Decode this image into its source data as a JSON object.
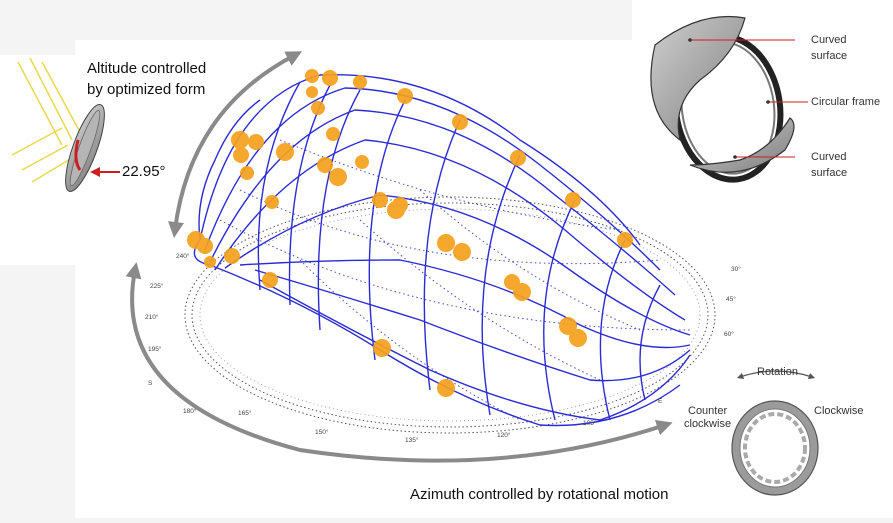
{
  "figure": {
    "altitude_label_line1": "Altitude controlled",
    "altitude_label_line2": "by optimized form",
    "azimuth_label": "Azimuth controlled by rotational motion",
    "angle_label": "22.95°"
  },
  "components": {
    "curved_surface_top": [
      "Curved",
      "surface"
    ],
    "circular_frame": "Circular frame",
    "curved_surface_bottom": [
      "Curved",
      "surface"
    ]
  },
  "rotation": {
    "title": "Rotation",
    "counter_clockwise": [
      "Counter",
      "clockwise"
    ],
    "clockwise": "Clockwise"
  },
  "compass_ticks": [
    "240°",
    "225°",
    "210°",
    "195°",
    "S",
    "180°",
    "165°",
    "150°",
    "135°",
    "120°",
    "105°",
    "E",
    "60°",
    "45°",
    "30°"
  ],
  "colors": {
    "grid": "#2b2bd6",
    "points": "#f5a11c",
    "arrow": "#8a8a8a",
    "leader": "#cc1f1f"
  }
}
